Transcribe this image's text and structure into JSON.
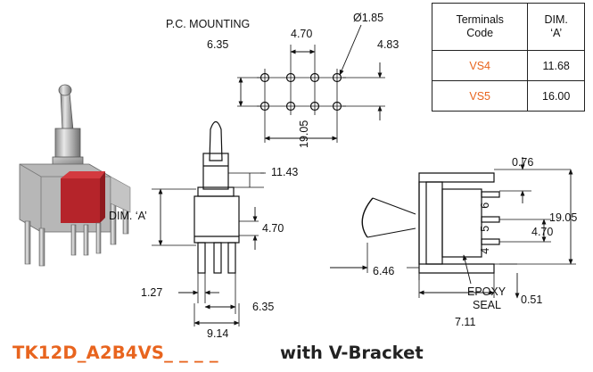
{
  "pcb_mounting": {
    "title": "P.C. MOUNTING",
    "hole_diameter": "Ø1.85",
    "pitch_x": "4.70",
    "row_offset": "6.35",
    "side_offset": "4.83",
    "overall_width": "19.05"
  },
  "terminals_table": {
    "header_code": "Terminals Code",
    "header_code_line1": "Terminals",
    "header_code_line2": "Code",
    "header_dim_line1": "DIM.",
    "header_dim_line2": "‘A’",
    "rows": [
      {
        "code": "VS4",
        "dim": "11.68"
      },
      {
        "code": "VS5",
        "dim": "16.00"
      }
    ]
  },
  "front_view": {
    "top_height": "11.43",
    "dim_a": "DIM. ‘A’",
    "terminal_spacing": "4.70",
    "pin_width": "1.27",
    "inner_width": "6.35",
    "overall_width": "9.14"
  },
  "side_view": {
    "top_offset": "0.76",
    "height": "19.05",
    "pitch": "4.70",
    "terminal_labels": [
      "6",
      "5",
      "4"
    ],
    "lever_offset": "6.46",
    "bracket_depth": "7.11",
    "epoxy_label_line1": "EPOXY",
    "epoxy_label_line2": "SEAL",
    "seal_thickness": "0.51"
  },
  "footer": {
    "part_number": "TK12D_A2B4VS_ _ _ _",
    "suffix": "with V-Bracket"
  },
  "colors": {
    "accent": "#e8641e",
    "line": "#111111"
  }
}
